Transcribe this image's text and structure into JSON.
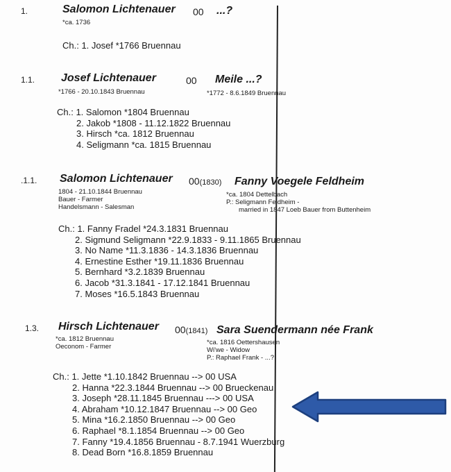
{
  "sections": [
    {
      "number": "1.",
      "name": "Salomon Lichtenauer",
      "marriage": "00",
      "spouse": "...?",
      "details": [
        "*ca. 1736"
      ],
      "spouse_details": [],
      "children": [
        "Ch.: 1. Josef *1766 Bruennau"
      ]
    },
    {
      "number": "1.1.",
      "name": "Josef Lichtenauer",
      "marriage": "00",
      "spouse": "Meile ...?",
      "details": [
        "*1766 - 20.10.1843 Bruennau"
      ],
      "spouse_details": [
        "*1772 - 8.6.1849 Bruennau"
      ],
      "children": [
        "Ch.: 1. Salomon *1804 Bruennau",
        "2. Jakob *1808 - 11.12.1822 Bruennau",
        "3. Hirsch *ca. 1812 Bruennau",
        "4. Seligmann *ca. 1815 Bruennau"
      ]
    },
    {
      "number": ".1.1.",
      "name": "Salomon Lichtenauer",
      "marriage": "00",
      "marriage_year": "(1830)",
      "spouse": "Fanny Voegele Feldheim",
      "details": [
        "1804 - 21.10.1844 Bruennau",
        "Bauer - Farmer",
        "Handelsmann - Salesman"
      ],
      "spouse_details": [
        "*ca. 1804 Dettelbach",
        "P.: Seligmann Feldheim -",
        "married in 1847 Loeb Bauer from Buttenheim"
      ],
      "children": [
        "Ch.: 1. Fanny Fradel *24.3.1831 Bruennau",
        "2. Sigmund Seligmann *22.9.1833 - 9.11.1865 Bruennau",
        "3. No Name *11.3.1836 - 14.3.1836 Bruennau",
        "4. Ernestine Esther *19.11.1836 Bruennau",
        "5. Bernhard *3.2.1839 Bruennau",
        "6. Jacob *31.3.1841 - 17.12.1841 Bruennau",
        "7. Moses *16.5.1843 Bruennau"
      ]
    },
    {
      "number": "1.3.",
      "name": "Hirsch Lichtenauer",
      "marriage": "00",
      "marriage_year": "(1841)",
      "spouse": "Sara Suendermann née Frank",
      "details": [
        "*ca. 1812 Bruennau",
        "Oeconom - Farmer"
      ],
      "spouse_details": [
        "*ca. 1816 Oettershausen",
        "Wi'we - Widow",
        "P.: Raphael Frank - ...?"
      ],
      "children": [
        "Ch.: 1. Jette *1.10.1842 Bruennau --> 00 USA",
        "2. Hanna *22.3.1844 Bruennau --> 00 Brueckenau",
        "3. Joseph *28.11.1845 Bruennau ---> 00 USA",
        "4. Abraham *10.12.1847 Bruennau --> 00 Geo",
        "5. Mina *16.2.1850 Bruennau --> 00 Geo",
        "6. Raphael *8.1.1854 Bruennau --> 00 Geo",
        "7. Fanny *19.4.1856 Bruennau - 8.7.1941 Wuerzburg",
        "8. Dead Born *16.8.1859 Bruennau"
      ]
    }
  ],
  "annotation": {
    "arrow_color": "#2e5aa8",
    "arrow_edge": "#1c3f7e",
    "arrow_icon": "left-arrow-icon"
  }
}
